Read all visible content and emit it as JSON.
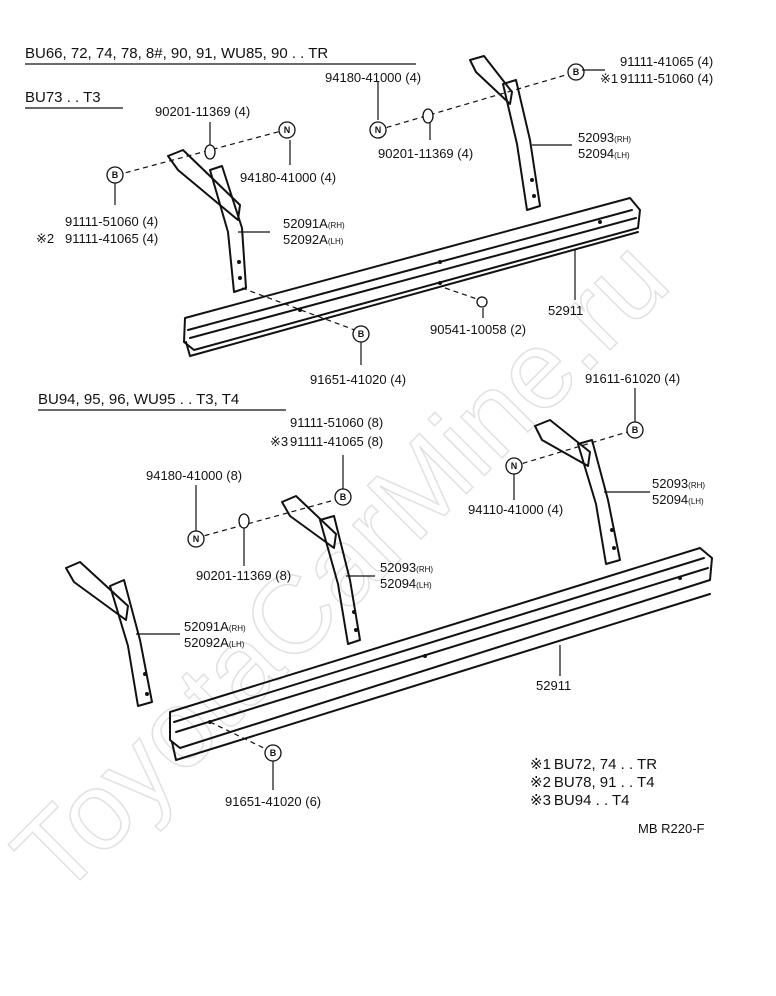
{
  "watermark": "ToyotaCarMine.ru",
  "section1": {
    "header1": "BU66, 72, 74, 78, 8#, 90, 91, WU85, 90 . . TR",
    "header2": "BU73 . . T3",
    "labels": {
      "p90201_left": "90201-11369 (4)",
      "p94180_left": "94180-41000 (4)",
      "p91111_51060_left": "91111-51060 (4)",
      "p91111_41065_left": "91111-41065 (4)",
      "note2_mark": "※2",
      "p52091": "52091A",
      "p52092": "52092A",
      "p94180_right": "94180-41000 (4)",
      "p90201_right": "90201-11369 (4)",
      "p91111_41065_right": "91111-41065 (4)",
      "p91111_51060_right": "91111-51060 (4)",
      "note1_mark": "※1",
      "p52093": "52093",
      "p52094": "52094",
      "p52911": "52911",
      "p90541": "90541-10058 (2)",
      "p91651": "91651-41020 (4)"
    }
  },
  "section2": {
    "header": "BU94, 95, 96, WU95 . . T3, T4",
    "labels": {
      "p91111_51060": "91111-51060 (8)",
      "p91111_41065": "91111-41065 (8)",
      "note3_mark": "※3",
      "p94180": "94180-41000 (8)",
      "p90201": "90201-11369 (8)",
      "p52093_mid": "52093",
      "p52094_mid": "52094",
      "p91611": "91611-61020 (4)",
      "p94110": "94110-41000 (4)",
      "p52093_right": "52093",
      "p52094_right": "52094",
      "p52091": "52091A",
      "p52092": "52092A",
      "p52911": "52911",
      "p91651": "91651-41020 (6)"
    }
  },
  "suffix": {
    "rh": "(RH)",
    "lh": "(LH)"
  },
  "symbols": {
    "bolt": "B",
    "nut": "N"
  },
  "notes": [
    {
      "mark": "※1",
      "text": "BU72, 74 . . TR"
    },
    {
      "mark": "※2",
      "text": "BU78, 91 . . T4"
    },
    {
      "mark": "※3",
      "text": "BU94 . . T4"
    }
  ],
  "code": "MB R220-F"
}
